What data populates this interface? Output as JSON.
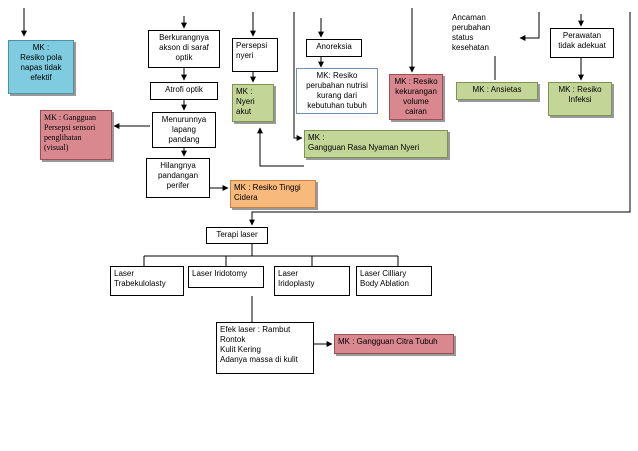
{
  "nodes": {
    "resiko_pola_napas": "MK :\nResiko pola\nnapas tidak\nefektif",
    "berkurangnya_akson": "Berkurangnya\nakson di saraf\noptik",
    "persepsi_nyeri": "Persepsi\nnyeri",
    "anoreksia": "Anoreksia",
    "ancaman": "Ancaman\nperubahan\nstatus\nkesehatan",
    "perawatan": "Perawatan\ntidak adekuat",
    "atrofi_optik": "Atrofi optik",
    "nyeri_akut": "MK :\nNyeri\nakut",
    "resiko_nutrisi": "MK: Resiko\nperubahan nutrisi\nkurang dari\nkebutuhan tubuh",
    "resiko_cairan": "MK : Resiko\nkekurangan\nvolume\ncairan",
    "ansietas": "MK : Ansietas",
    "resiko_infeksi": "MK : Resiko\nInfeksi",
    "gangguan_persepsi": "MK : Gangguan\nPersepsi sensori\npenglihatan\n(visual)",
    "menurunnya_lapang": "Menurunnya\nlapang\npandang",
    "rasa_nyaman": "MK :\nGangguan Rasa Nyaman Nyeri",
    "hilangnya_pandangan": "Hilangnya\npandangan\nperifer",
    "resiko_cidera": "MK : Resiko Tinggi\nCidera",
    "terapi_laser": "Terapi laser",
    "laser_trabekulolasty": "Laser\nTrabekulolasty",
    "laser_iridotomy": "Laser Iridotomy",
    "laser_iridoplasty": "Laser\nIridoplasty",
    "laser_ciliary": "Laser          Cilliary\nBody Ablation",
    "efek_laser": "Efek laser : Rambut\nRontok\nKulit Kering\nAdanya massa di kulit",
    "citra_tubuh": "MK : Gangguan Citra Tubuh"
  },
  "colors": {
    "blue": "#7fcce0",
    "green": "#c3d597",
    "red": "#d9888f",
    "orange": "#f8b97d",
    "line": "#000000"
  }
}
